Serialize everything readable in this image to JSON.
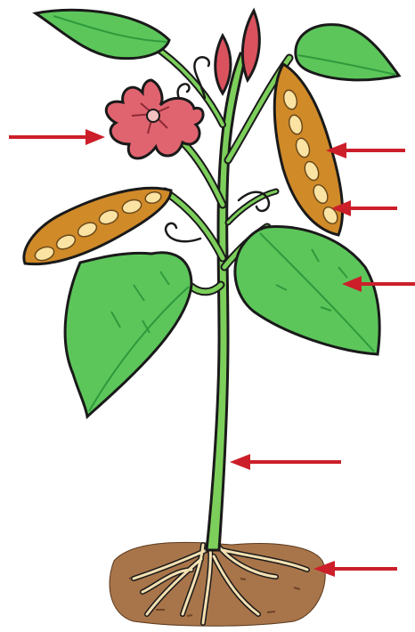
{
  "diagram": {
    "subject": "bean plant",
    "parts": [
      {
        "id": "flower",
        "icon": "flower-icon"
      },
      {
        "id": "pod",
        "icon": "pod-icon"
      },
      {
        "id": "seed",
        "icon": "seed-icon"
      },
      {
        "id": "leaf",
        "icon": "leaf-icon"
      },
      {
        "id": "stem",
        "icon": "stem-icon"
      },
      {
        "id": "root",
        "icon": "root-icon"
      }
    ]
  },
  "colors": {
    "leaf": "#5cc65a",
    "leaf_dark": "#2f9a3c",
    "stem": "#7ccf5a",
    "flower": "#e06470",
    "bud": "#d9525e",
    "pod": "#d08a28",
    "seed": "#fbe3a4",
    "soil": "#a8744a",
    "root": "#f3e0b2",
    "arrow": "#cc1f2a",
    "outline": "#1a1a1a"
  }
}
